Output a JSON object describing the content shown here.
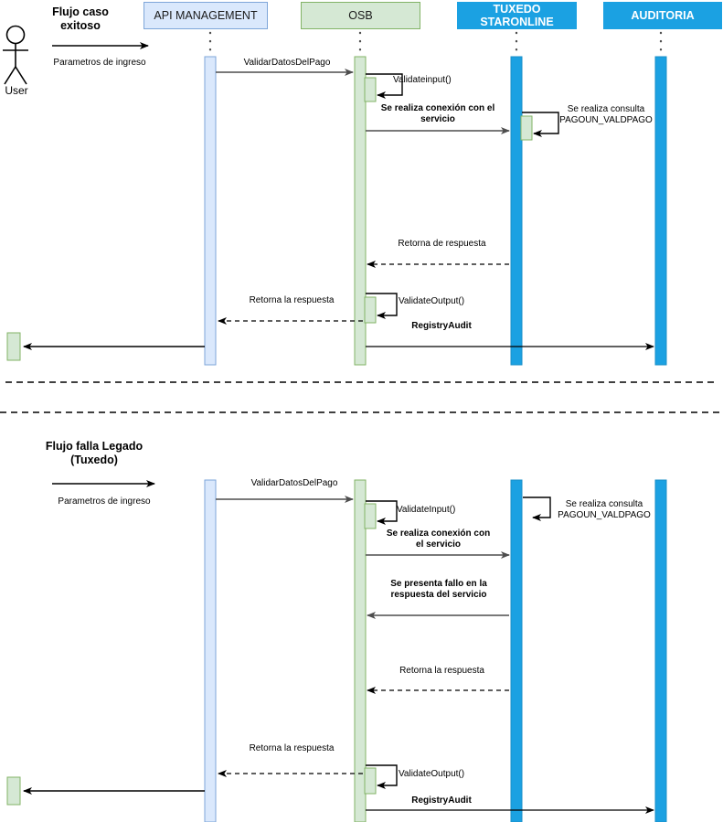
{
  "diagram": {
    "kind": "uml-sequence-diagram",
    "colors": {
      "api_fill": "#dae8fc",
      "api_stroke": "#7ea6d9",
      "osb_fill": "#d5e8d4",
      "osb_stroke": "#82b366",
      "service_fill": "#1ba1e2",
      "service_stroke": "#1ba1e2",
      "line": "#000000",
      "message_line": "#4d4d4d",
      "divider": "#000000"
    },
    "participants": [
      {
        "id": "api",
        "label": "API MANAGEMENT",
        "style": "blue-light"
      },
      {
        "id": "osb",
        "label": "OSB",
        "style": "green-light"
      },
      {
        "id": "tux",
        "label": "TUXEDO\nSTARONLINE",
        "style": "blue-solid"
      },
      {
        "id": "aud",
        "label": "AUDITORIA",
        "style": "blue-solid"
      }
    ],
    "actor": {
      "label": "User"
    },
    "flows": [
      {
        "id": "flow-success",
        "title": "Flujo caso\nexitoso",
        "entry_label": "Parametros de ingreso",
        "messages": [
          {
            "id": "m1",
            "text": "ValidarDatosDelPago",
            "from": "api",
            "to": "osb",
            "style": "solid"
          },
          {
            "id": "m2",
            "text": "Validateinput()",
            "from": "osb",
            "to": "osb",
            "style": "self"
          },
          {
            "id": "m3",
            "text": "Se realiza conexión con el\nservicio",
            "from": "osb",
            "to": "tux",
            "style": "solid"
          },
          {
            "id": "m4",
            "text": "Se realiza consulta\nPAGOUN_VALDPAGO",
            "from": "tux",
            "to": "tux",
            "style": "self"
          },
          {
            "id": "m5",
            "text": "Retorna de respuesta",
            "from": "tux",
            "to": "osb",
            "style": "dashed"
          },
          {
            "id": "m6",
            "text": "ValidateOutput()",
            "from": "osb",
            "to": "osb",
            "style": "self"
          },
          {
            "id": "m7",
            "text": "Retorna la respuesta",
            "from": "osb",
            "to": "api",
            "style": "dashed"
          },
          {
            "id": "m8",
            "text": "RegistryAudit",
            "from": "osb",
            "to": "aud",
            "style": "solid"
          },
          {
            "id": "m9",
            "text": "",
            "from": "api",
            "to": "actor",
            "style": "solid"
          }
        ]
      },
      {
        "id": "flow-failure",
        "title": "Flujo falla Legado\n(Tuxedo)",
        "entry_label": "Parametros de ingreso",
        "messages": [
          {
            "id": "n1",
            "text": "ValidarDatosDelPago",
            "from": "api",
            "to": "osb",
            "style": "solid"
          },
          {
            "id": "n2",
            "text": "ValidateInput()",
            "from": "osb",
            "to": "osb",
            "style": "self"
          },
          {
            "id": "n3",
            "text": "Se realiza consulta\nPAGOUN_VALDPAGO",
            "from": "tux",
            "to": "tux",
            "style": "self"
          },
          {
            "id": "n4",
            "text": "Se realiza conexión con\nel servicio",
            "from": "osb",
            "to": "tux",
            "style": "solid"
          },
          {
            "id": "n5",
            "text": "Se presenta fallo en la\nrespuesta del servicio",
            "from": "tux",
            "to": "osb",
            "style": "solid"
          },
          {
            "id": "n6",
            "text": "Retorna la respuesta",
            "from": "tux",
            "to": "osb",
            "style": "dashed"
          },
          {
            "id": "n7",
            "text": "Retorna la respuesta",
            "from": "osb",
            "to": "api",
            "style": "dashed"
          },
          {
            "id": "n8",
            "text": "ValidateOutput()",
            "from": "osb",
            "to": "osb",
            "style": "self"
          },
          {
            "id": "n9",
            "text": "RegistryAudit",
            "from": "osb",
            "to": "aud",
            "style": "solid"
          },
          {
            "id": "n10",
            "text": "",
            "from": "api",
            "to": "actor",
            "style": "solid"
          }
        ]
      }
    ]
  }
}
